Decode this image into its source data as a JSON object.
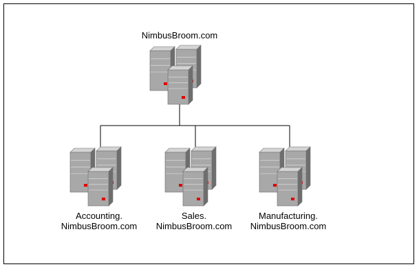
{
  "diagram": {
    "root": {
      "label": "NimbusBroom.com"
    },
    "children": [
      {
        "label_line1": "Accounting.",
        "label_line2": "NimbusBroom.com"
      },
      {
        "label_line1": "Sales.",
        "label_line2": "NimbusBroom.com"
      },
      {
        "label_line1": "Manufacturing.",
        "label_line2": "NimbusBroom.com"
      }
    ],
    "colors": {
      "server_body": "#a8a8a8",
      "server_light": "#d4d4d4",
      "server_dark": "#6e6e6e",
      "indicator": "#e00000",
      "line": "#000000",
      "border": "#000000"
    }
  }
}
